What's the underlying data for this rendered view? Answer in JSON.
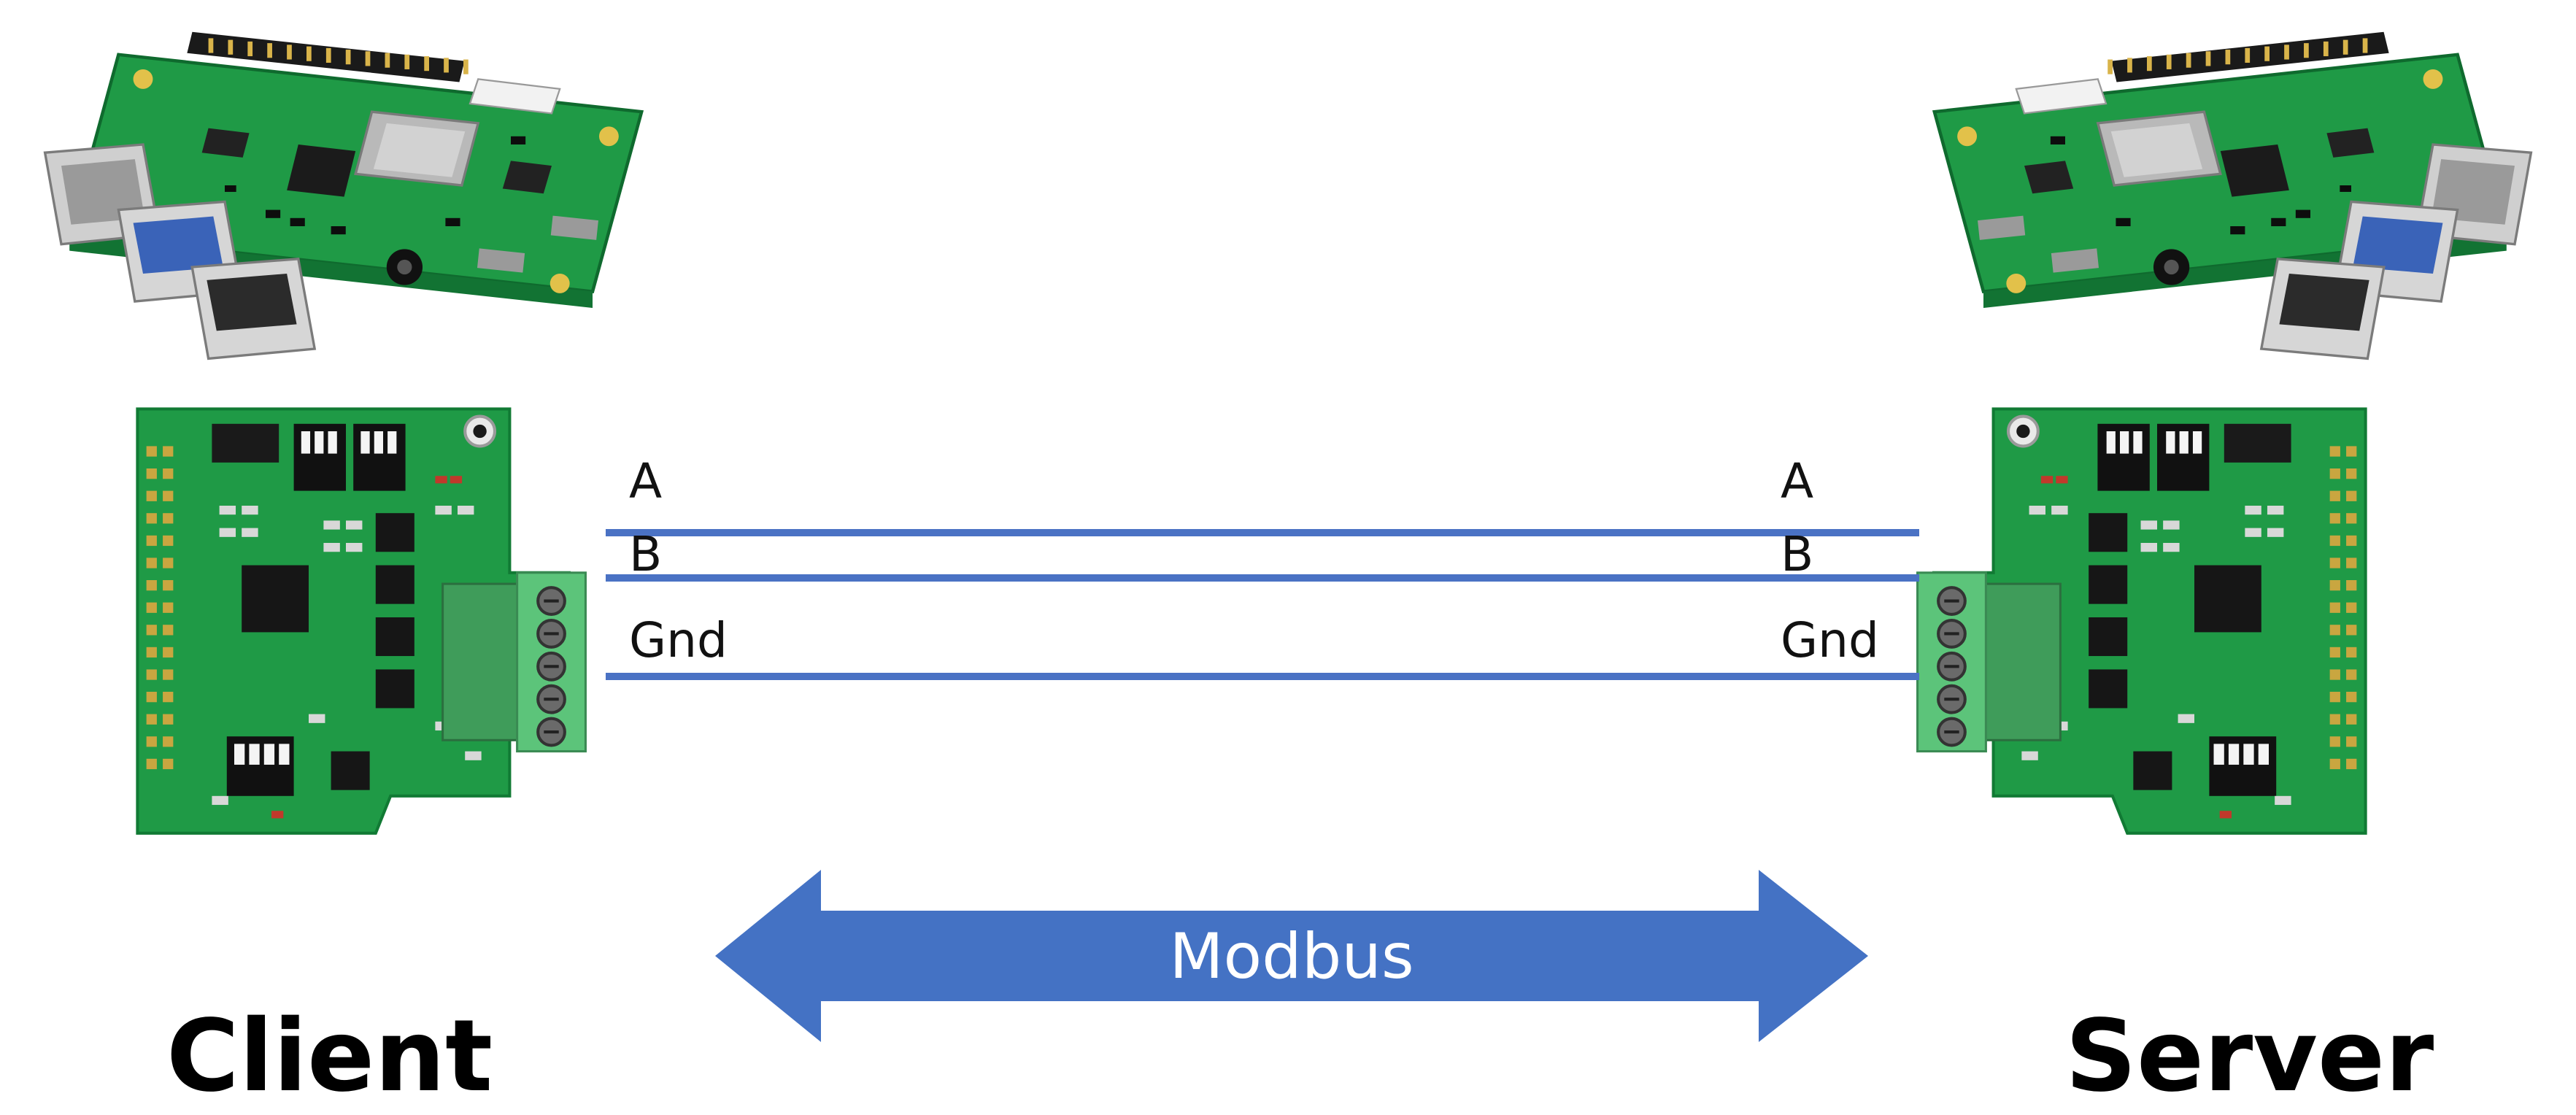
{
  "colors": {
    "pcb_green": "#1f9a46",
    "pcb_green_dark": "#157a36",
    "terminal_green": "#5cc47a",
    "wire_blue": "#4a72c4",
    "arrow_blue": "#4472c4",
    "arrow_text": "#ffffff",
    "label_text": "#111111"
  },
  "devices": {
    "client": {
      "label": "Client",
      "pins": {
        "a": "A",
        "b": "B",
        "gnd": "Gnd"
      }
    },
    "server": {
      "label": "Server",
      "pins": {
        "a": "A",
        "b": "B",
        "gnd": "Gnd"
      }
    }
  },
  "link": {
    "label": "Modbus"
  }
}
